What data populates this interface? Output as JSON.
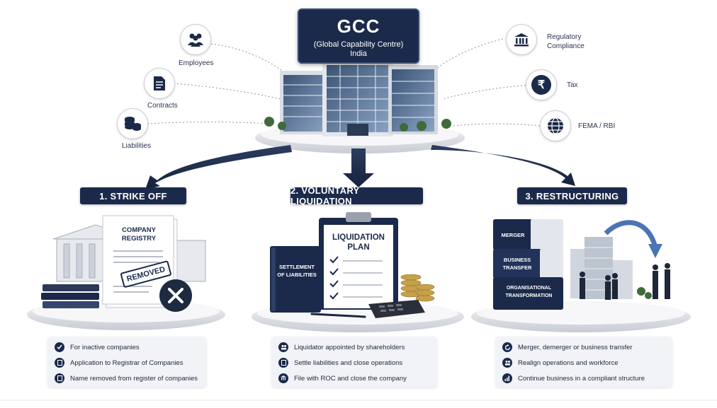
{
  "header": {
    "title": "GCC",
    "subtitle": "(Global Capability Centre)",
    "location": "India"
  },
  "left_items": [
    {
      "label": "Employees",
      "icon": "people-icon"
    },
    {
      "label": "Contracts",
      "icon": "document-icon"
    },
    {
      "label": "Liabilities",
      "icon": "coins-icon"
    }
  ],
  "right_items": [
    {
      "label": "Regulatory\nCompliance",
      "icon": "bank-icon"
    },
    {
      "label": "Tax",
      "icon": "rupee-icon"
    },
    {
      "label": "FEMA / RBI",
      "icon": "globe-icon"
    }
  ],
  "options": [
    {
      "title": "1. STRIKE OFF",
      "doc_label": "COMPANY\nREGISTRY",
      "stamp": "REMOVED",
      "bullets": [
        {
          "text": "For inactive companies",
          "icon": "check-icon"
        },
        {
          "text": "Application to Registrar of Companies",
          "icon": "document-icon"
        },
        {
          "text": "Name removed from register of companies",
          "icon": "document-icon"
        }
      ]
    },
    {
      "title": "2. VOLUNTARY LIQUIDATION",
      "doc_label": "LIQUIDATION\nPLAN",
      "binder_label": "SETTLEMENT\nOF LIABILITIES",
      "bullets": [
        {
          "text": "Liquidator appointed by shareholders",
          "icon": "people-icon"
        },
        {
          "text": "Settle liabilities and close operations",
          "icon": "document-icon"
        },
        {
          "text": "File with ROC and close the company",
          "icon": "bank-icon"
        }
      ]
    },
    {
      "title": "3. RESTRUCTURING",
      "puzzle_labels": [
        "MERGER",
        "BUSINESS\nTRANSFER",
        "ORGANISATIONAL\nTRANSFORMATION"
      ],
      "bullets": [
        {
          "text": "Merger, demerger or business transfer",
          "icon": "refresh-icon"
        },
        {
          "text": "Realign operations and workforce",
          "icon": "people-icon"
        },
        {
          "text": "Continue business in a compliant structure",
          "icon": "chart-icon"
        }
      ]
    }
  ],
  "colors": {
    "navy": "#1b2a4a",
    "light": "#f1f3f7",
    "accent": "#6c8fc7"
  }
}
